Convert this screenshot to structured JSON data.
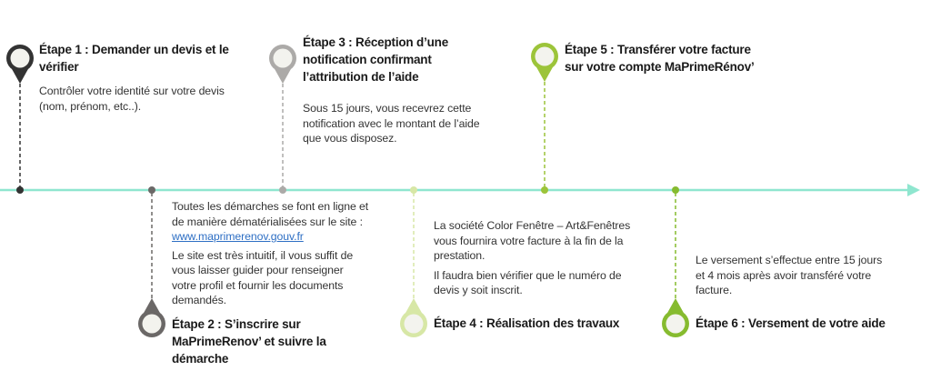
{
  "steps": [
    {
      "title": [
        "Étape 1 : Demander un devis et le",
        "vérifier"
      ],
      "paragraphs": [
        [
          "Contrôler votre identité sur votre devis",
          "(nom, prénom, etc..)."
        ]
      ],
      "color": "#333333"
    },
    {
      "title": [
        "Étape 2 : S’inscrire sur",
        "MaPrimeRenov’ et suivre la",
        "démarche"
      ],
      "paragraphs": [
        [
          "Toutes les démarches se font en ligne et",
          "de manière dématérialisées sur le site :"
        ],
        [
          "Le site est très intuitif, il vous suffit de",
          "vous laisser guider pour renseigner",
          "votre profil et fournir les documents",
          "demandés."
        ]
      ],
      "link": "www.maprimerenov.gouv.fr",
      "color": "#6b6867"
    },
    {
      "title": [
        "Étape 3 : Réception d’une",
        "notification confirmant",
        "l’attribution de l’aide"
      ],
      "paragraphs": [
        [
          "Sous 15 jours, vous recevrez cette",
          "notification avec le montant de l’aide",
          "que vous disposez."
        ]
      ],
      "color": "#acaaa8"
    },
    {
      "title": [
        "Étape 4 : Réalisation des travaux"
      ],
      "paragraphs": [
        [
          "La société Color Fenêtre – Art&Fenêtres",
          "vous fournira votre facture à la fin de la",
          "prestation."
        ],
        [
          "Il faudra bien vérifier que le numéro de",
          "devis y soit inscrit."
        ]
      ],
      "color": "#d7e7a6"
    },
    {
      "title": [
        "Étape 5 : Transférer votre facture",
        "sur votre compte MaPrimeRénov’"
      ],
      "paragraphs": [],
      "color": "#9cc43a"
    },
    {
      "title": [
        "Étape 6 : Versement de votre aide"
      ],
      "paragraphs": [
        [
          "Le versement s’effectue entre 15 jours",
          "et 4 mois après avoir transféré votre",
          "facture."
        ]
      ],
      "color": "#86bb2f"
    }
  ],
  "timeline_color": "#8fe6cf"
}
